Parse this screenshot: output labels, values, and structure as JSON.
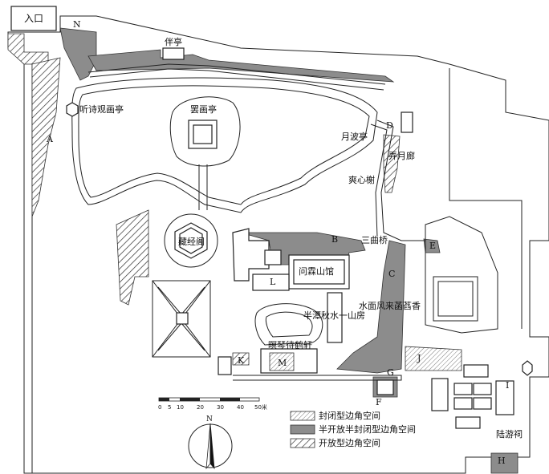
{
  "labels": {
    "entrance": "入口",
    "banting": "伴亭",
    "tingshi": "听诗观画亭",
    "bahua": "罢画亭",
    "yuebo": "月波亭",
    "nongyue": "弄月廊",
    "shuangxin": "爽心榭",
    "cangjing": "藏经阁",
    "sanqu": "三曲桥",
    "wenlin": "问霖山馆",
    "shuimian": "水面风来菡萏香",
    "banchi": "半潭秋水一山房",
    "mingqin": "暝琴待鹤轩",
    "luyou": "陆游祠"
  },
  "letters": {
    "A": "A",
    "B": "B",
    "C": "C",
    "D": "D",
    "E": "E",
    "F": "F",
    "G": "G",
    "H": "H",
    "I": "I",
    "J": "J",
    "K": "K",
    "L": "L",
    "M": "M",
    "N": "N"
  },
  "scale": {
    "ticks": [
      "0",
      "5",
      "10",
      "20",
      "30",
      "40",
      "50米"
    ]
  },
  "compass": {
    "north": "N"
  },
  "legend": {
    "closed": "封闭型边角空间",
    "semi": "半开放半封闭型边角空间",
    "open": "开放型边角空间"
  },
  "colors": {
    "semi_fill": "#8c8c8c",
    "line": "#222222"
  }
}
